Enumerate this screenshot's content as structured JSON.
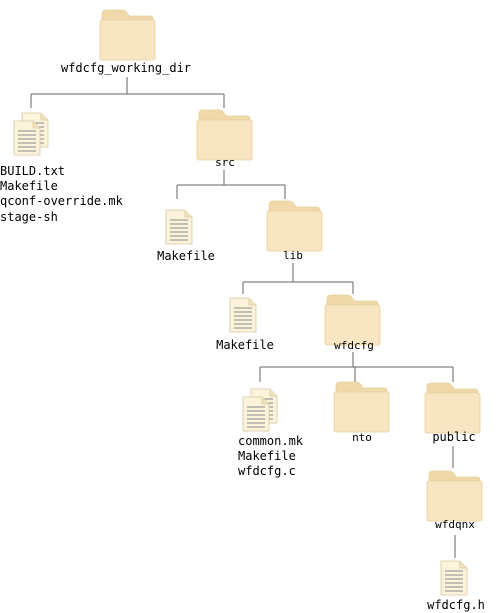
{
  "diagram": {
    "nodes": {
      "root": {
        "label": "wfdcfg_working_dir",
        "kind": "folder",
        "icon": "folder-icon"
      },
      "rootFiles": {
        "lines": [
          "BUILD.txt",
          "Makefile",
          "qconf-override.mk",
          "stage-sh"
        ],
        "kind": "multi-file",
        "icon": "multi-file-icon"
      },
      "src": {
        "label": "src",
        "kind": "folder",
        "icon": "folder-icon"
      },
      "srcFile": {
        "label": "Makefile",
        "kind": "file",
        "icon": "file-icon"
      },
      "lib": {
        "label": "lib",
        "kind": "folder",
        "icon": "folder-icon"
      },
      "libFile": {
        "label": "Makefile",
        "kind": "file",
        "icon": "file-icon"
      },
      "wfdcfg": {
        "label": "wfdcfg",
        "kind": "folder",
        "icon": "folder-icon"
      },
      "wfdcfgFiles": {
        "lines": [
          "common.mk",
          "Makefile",
          "wfdcfg.c"
        ],
        "kind": "multi-file",
        "icon": "multi-file-icon"
      },
      "nto": {
        "label": "nto",
        "kind": "folder",
        "icon": "folder-icon"
      },
      "public": {
        "label": "public",
        "kind": "folder",
        "icon": "folder-icon"
      },
      "wfdqnx": {
        "label": "wfdqnx",
        "kind": "folder",
        "icon": "folder-icon"
      },
      "header": {
        "label": "wfdcfg.h",
        "kind": "file",
        "icon": "file-icon"
      }
    },
    "colors": {
      "folder_body": "#F8E6C3",
      "folder_tab": "#F0D9A8",
      "folder_edge": "#E6CE9C",
      "doc_fill": "#FBF3DA",
      "doc_edge": "#D8C9A0",
      "doc_lines": "#9E9E9E",
      "connector": "#666666"
    }
  }
}
